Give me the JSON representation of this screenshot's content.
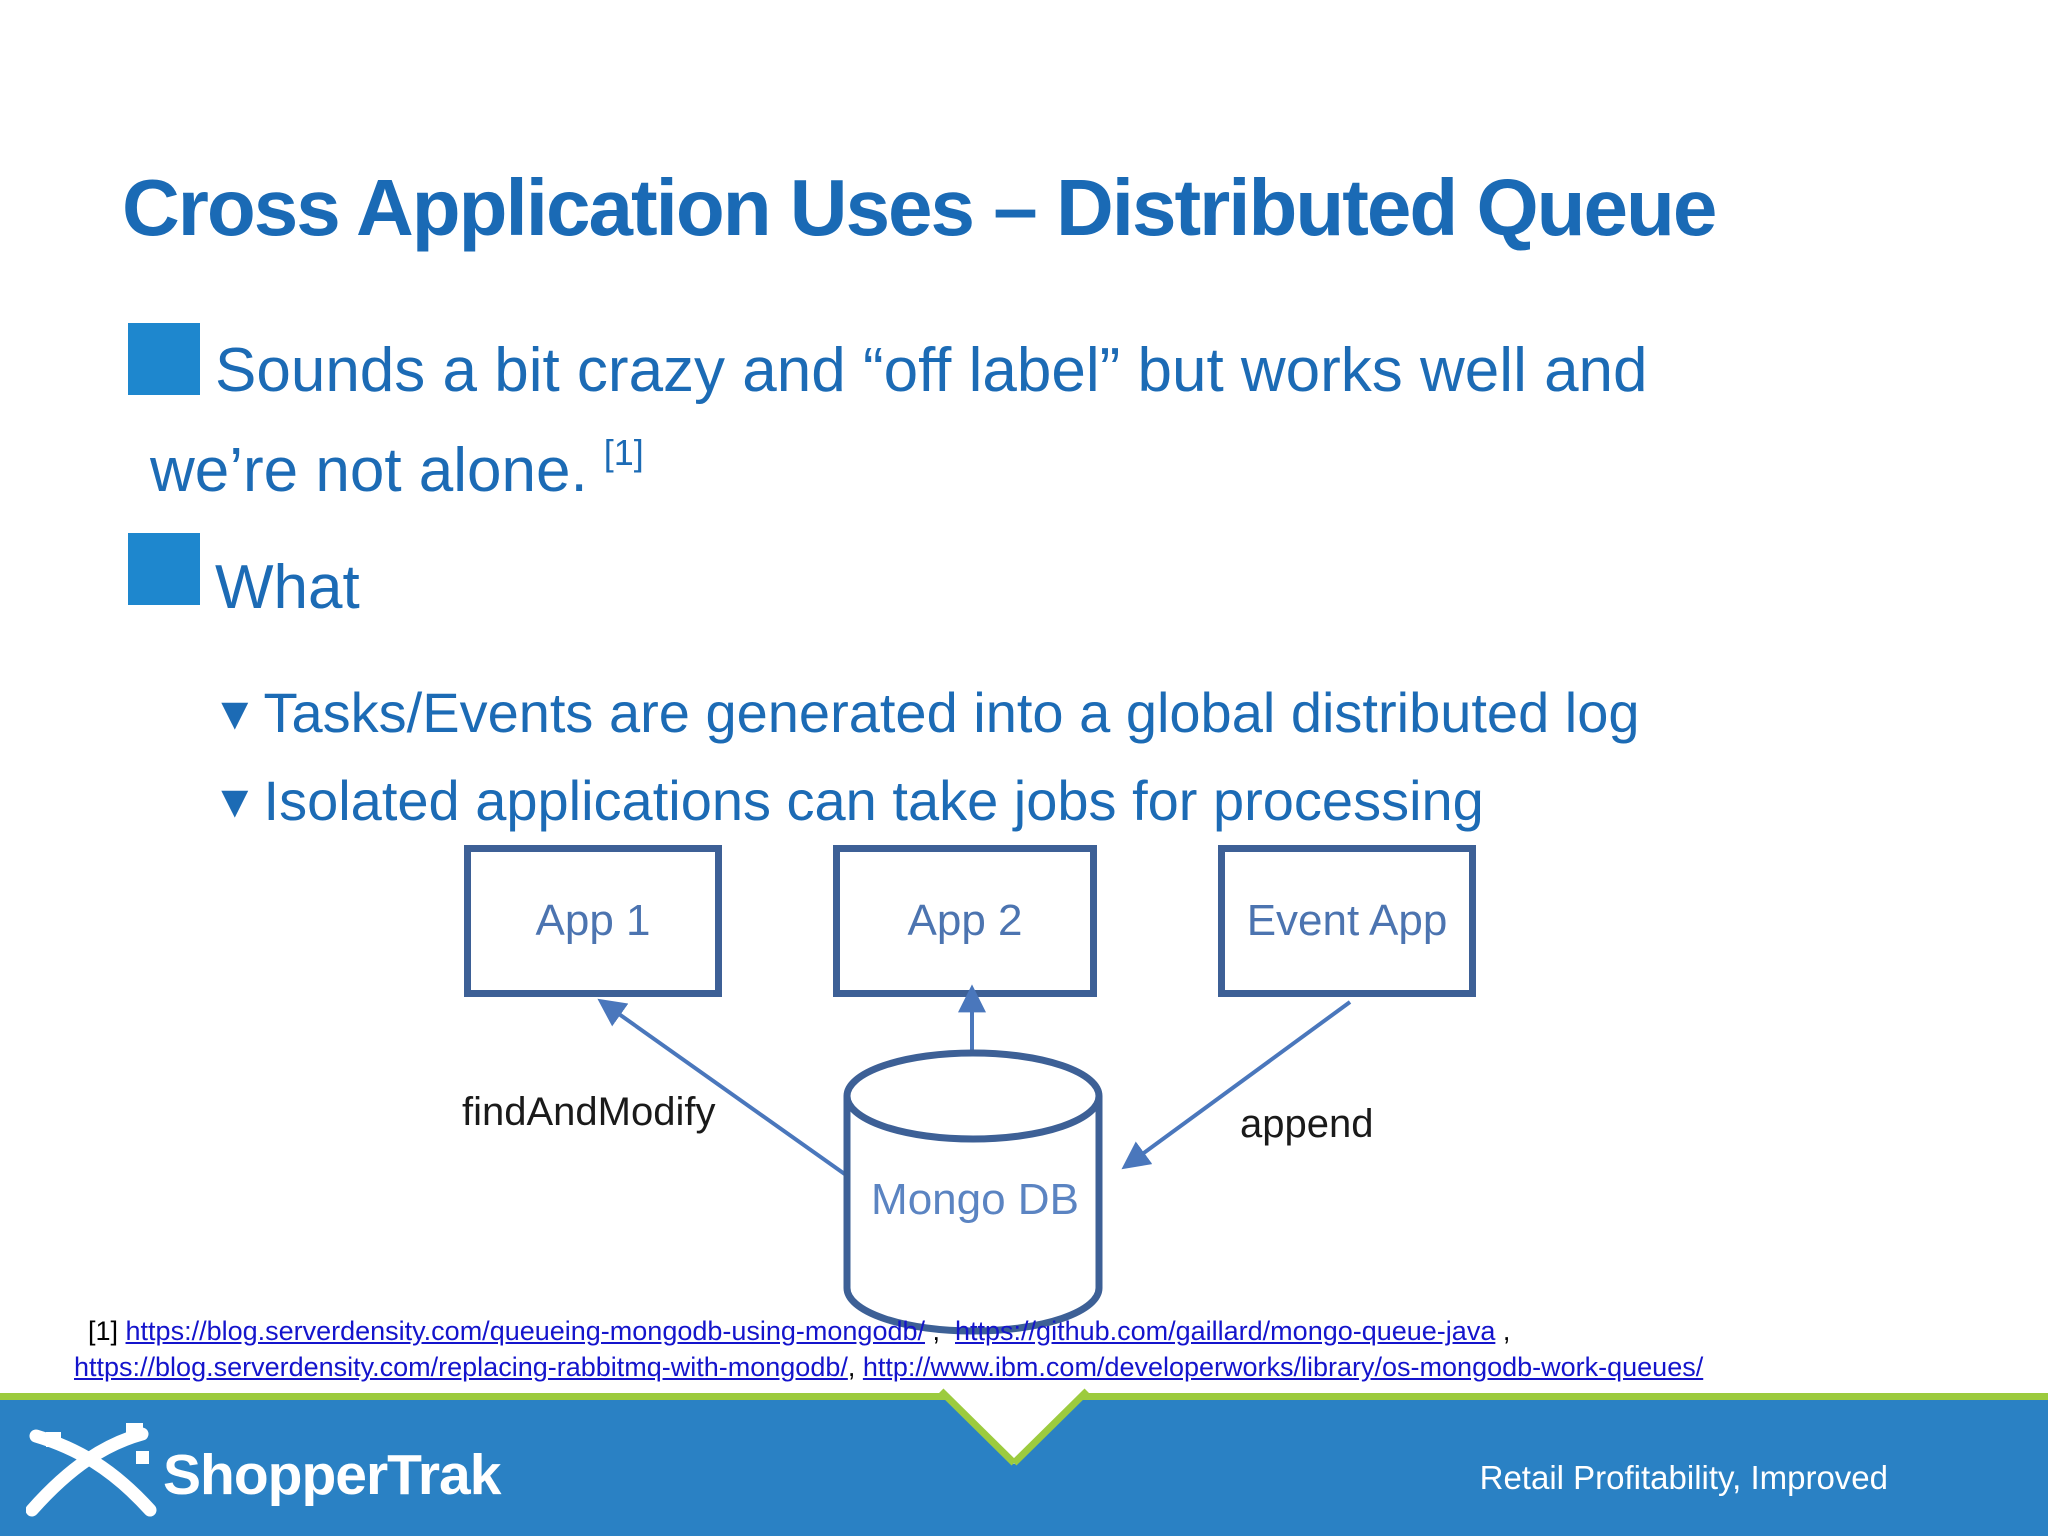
{
  "slide": {
    "title": "Cross Application Uses – Distributed Queue",
    "bullets": {
      "b1_line1": "Sounds a bit crazy and “off label” but works well and",
      "b1_line2": "we’re not alone.",
      "b1_sup": "[1]",
      "b2": "What",
      "triangle_glyph": "▼",
      "sub1": "Tasks/Events are generated into a global distributed log",
      "sub2": "Isolated applications can take jobs for processing"
    },
    "diagram": {
      "apps": [
        {
          "label": "App 1"
        },
        {
          "label": "App 2"
        },
        {
          "label": "Event App"
        }
      ],
      "db_label": "Mongo DB",
      "left_arrow_label": "findAndModify",
      "right_arrow_label": "append"
    },
    "footnote": {
      "marker": "[1] ",
      "link1": "https://blog.serverdensity.com/queueing-mongodb-using-mongodb/",
      "sep1": " ,  ",
      "link2": "https://github.com/gaillard/mongo-queue-java",
      "sep2": " ,",
      "link3": "https://blog.serverdensity.com/replacing-rabbitmq-with-mongodb/",
      "sep3": ", ",
      "link4": "http://www.ibm.com/developerworks/library/os-mongodb-work-queues/"
    },
    "footer": {
      "logo_text": "ShopperTrak",
      "tagline": "Retail Profitability, Improved"
    },
    "colors": {
      "title_blue": "#1A6AB5",
      "body_blue": "#1C6BB5",
      "bullet_square_blue": "#1E87CE",
      "box_border_blue": "#3D6096",
      "box_text_blue": "#4C74B0",
      "db_text_blue": "#5B84C2",
      "arrow_blue": "#4A77BC",
      "link_blue": "#1414CC",
      "footer_band_blue": "#2A81C4",
      "footer_stripe_green": "#9CCB3E"
    }
  }
}
